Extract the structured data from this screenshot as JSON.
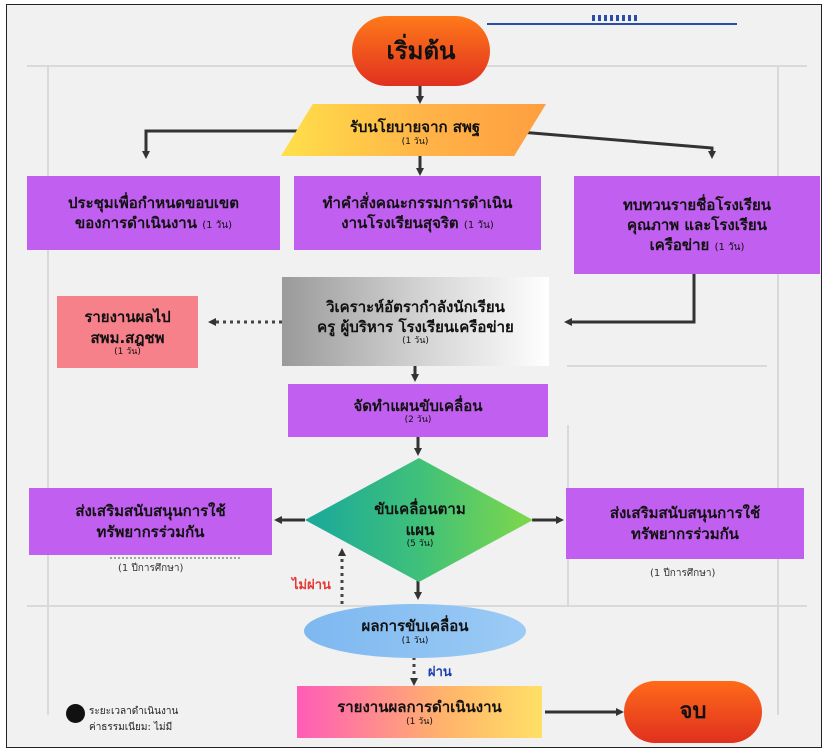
{
  "start": {
    "label": "เริ่มต้น"
  },
  "policy": {
    "label": "รับนโยบายจาก สพฐ",
    "duration": "(1 วัน)"
  },
  "meeting": {
    "line1": "ประชุมเพื่อกำหนดขอบเขต",
    "line2": "ของการดำเนินงาน",
    "duration": "(1 วัน)"
  },
  "order": {
    "line1": "ทำคำสั่งคณะกรรมการดำเนิน",
    "line2": "งานโรงเรียนสุจริต",
    "duration": "(1 วัน)"
  },
  "review": {
    "line1": "ทบทวนรายชื่อโรงเรียน",
    "line2": "คุณภาพ และโรงเรียน",
    "line3": "เครือข่าย",
    "duration": "(1 วัน)"
  },
  "analyze": {
    "line1": "วิเคราะห์อัตรากำลังนักเรียน",
    "line2": "ครู ผู้บริหาร โรงเรียนเครือข่าย",
    "duration": "(1 วัน)"
  },
  "report_up": {
    "line1": "รายงานผลไป",
    "line2": "สพม.สฎชพ",
    "duration": "(1 วัน)"
  },
  "plan": {
    "label": "จัดทำแผนขับเคลื่อน",
    "duration": "(2 วัน)"
  },
  "drive": {
    "line1": "ขับเคลื่อนตาม",
    "line2": "แผน",
    "duration": "(5 วัน)"
  },
  "promote_left": {
    "line1": "ส่งเสริมสนับสนุนการใช้",
    "line2": "ทรัพยากรร่วมกัน",
    "duration": "(1 ปีการศึกษา)"
  },
  "promote_right": {
    "line1": "ส่งเสริมสนับสนุนการใช้",
    "line2": "ทรัพยากรร่วมกัน",
    "duration": "(1 ปีการศึกษา)"
  },
  "result": {
    "label": "ผลการขับเคลื่อน",
    "duration": "(1 วัน)"
  },
  "fail_label": "ไม่ผ่าน",
  "pass_label": "ผ่าน",
  "final_report": {
    "label": "รายงานผลการดำเนินงาน",
    "duration": "(1 วัน)"
  },
  "end": {
    "label": "จบ"
  },
  "legend": {
    "line1": "ระยะเวลาดำเนินงาน",
    "line2": "ค่าธรรมเนียม: ไม่มี"
  },
  "colors": {
    "purple": "#c15ff0",
    "arrow": "#333333",
    "fail": "#e53935",
    "pass": "#1a3fb0"
  }
}
